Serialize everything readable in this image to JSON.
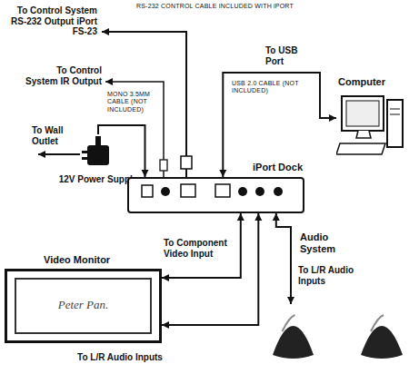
{
  "diagram": {
    "nodes": [
      {
        "text": [
          "Computer"
        ]
      },
      {
        "text": [
          "12V Power Supply"
        ]
      },
      {
        "text": [
          "iPort Dock"
        ]
      },
      {
        "text": [
          "Audio System"
        ]
      },
      {
        "text": [
          "Video Monitor",
          "Peter Pan."
        ]
      }
    ],
    "edges": [
      {
        "from": 1,
        "to": 2,
        "arrow": "to"
      },
      {
        "from": 2,
        "to": 0,
        "arrow": "both"
      },
      {
        "from": 2,
        "to": 4,
        "arrow": "both"
      },
      {
        "from": 2,
        "to": 4,
        "arrow": "both"
      },
      {
        "from": 2,
        "to": 3,
        "arrow": "both"
      }
    ],
    "labels": [
      "To Control System RS-232 Output iPort FS-23",
      "RS-232 CONTROL CABLE INCLUDED WITH iPORT",
      "To Control System IR Output",
      "MONO 3.5MM CABLE (NOT INCLUDED)",
      "To USB Port",
      "USB 2.0 CABLE (NOT INCLUDED)",
      "To Wall Outlet",
      "To Component Video Input",
      "To L/R Audio Inputs",
      "To L/R Audio Inputs"
    ]
  }
}
